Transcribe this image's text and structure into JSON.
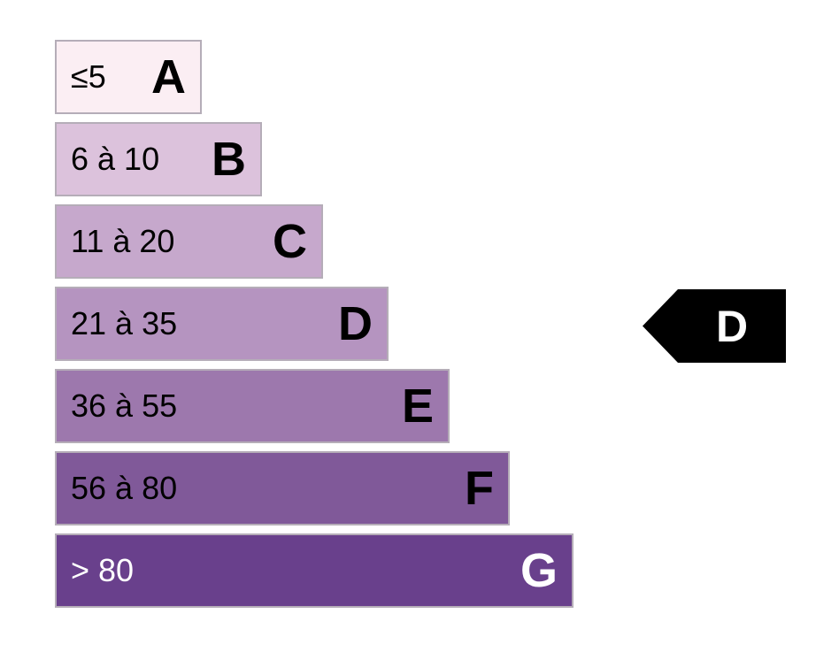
{
  "classes": [
    {
      "range": "≤5",
      "letter": "A",
      "color": "#fbeef3",
      "text_color": "#000000"
    },
    {
      "range": "6 à 10",
      "letter": "B",
      "color": "#dcc2dc",
      "text_color": "#000000"
    },
    {
      "range": "11 à 20",
      "letter": "C",
      "color": "#c6a8cc",
      "text_color": "#000000"
    },
    {
      "range": "21 à 35",
      "letter": "D",
      "color": "#b594c0",
      "text_color": "#000000"
    },
    {
      "range": "36 à 55",
      "letter": "E",
      "color": "#9d78ad",
      "text_color": "#000000"
    },
    {
      "range": "56 à 80",
      "letter": "F",
      "color": "#805999",
      "text_color": "#000000"
    },
    {
      "range": "> 80",
      "letter": "G",
      "color": "#69408c",
      "text_color": "#ffffff"
    }
  ],
  "indicator": {
    "letter": "D",
    "color": "#000000"
  }
}
